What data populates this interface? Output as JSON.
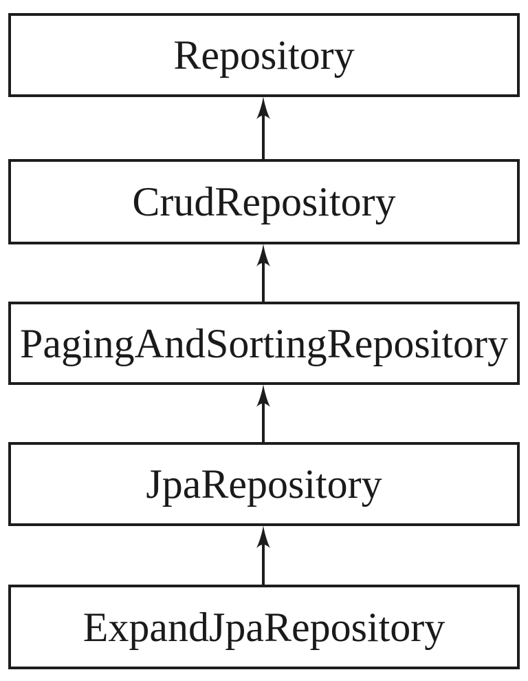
{
  "diagram": {
    "type": "class-inheritance-hierarchy",
    "nodes": [
      {
        "label": "Repository"
      },
      {
        "label": "CrudRepository"
      },
      {
        "label": "PagingAndSortingRepository"
      },
      {
        "label": "JpaRepository"
      },
      {
        "label": "ExpandJpaRepository"
      }
    ],
    "edges": [
      {
        "from": "CrudRepository",
        "to": "Repository",
        "relation": "extends",
        "arrow": "up"
      },
      {
        "from": "PagingAndSortingRepository",
        "to": "CrudRepository",
        "relation": "extends",
        "arrow": "up"
      },
      {
        "from": "JpaRepository",
        "to": "PagingAndSortingRepository",
        "relation": "extends",
        "arrow": "up"
      },
      {
        "from": "ExpandJpaRepository",
        "to": "JpaRepository",
        "relation": "extends",
        "arrow": "up"
      }
    ],
    "colors": {
      "background": "#ffffff",
      "box_fill": "#ffffff",
      "box_border": "#1d1d1d",
      "text": "#1a1a1a",
      "arrow": "#1d1d1d"
    }
  }
}
